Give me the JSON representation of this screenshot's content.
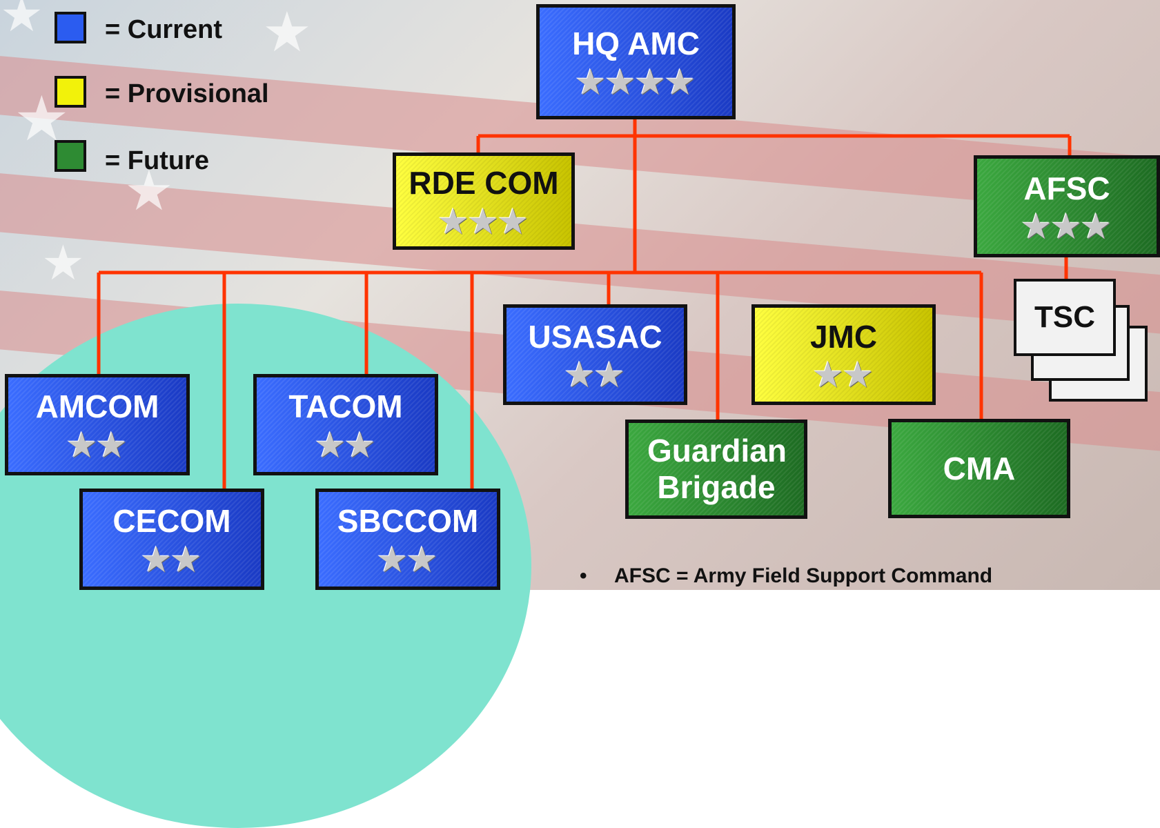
{
  "legend": [
    {
      "label": "= Current",
      "color": "#2b5cf0"
    },
    {
      "label": "= Provisional",
      "color": "#f2f20a"
    },
    {
      "label": "= Future",
      "color": "#2e8b33"
    }
  ],
  "nodes": {
    "hq": {
      "label": "HQ AMC",
      "stars": "★★★★",
      "status": "current"
    },
    "rdecom": {
      "label": "RDE COM",
      "stars": "★★★",
      "status": "provisional"
    },
    "afsc": {
      "label": "AFSC",
      "stars": "★★★",
      "status": "future"
    },
    "tsc": {
      "label": "TSC"
    },
    "usasac": {
      "label": "USASAC",
      "stars": "★★",
      "status": "current"
    },
    "jmc": {
      "label": "JMC",
      "stars": "★★",
      "status": "provisional"
    },
    "amcom": {
      "label": "AMCOM",
      "stars": "★★",
      "status": "current"
    },
    "tacom": {
      "label": "TACOM",
      "stars": "★★",
      "status": "current"
    },
    "cecom": {
      "label": "CECOM",
      "stars": "★★",
      "status": "current"
    },
    "sbccom": {
      "label": "SBCCOM",
      "stars": "★★",
      "status": "current"
    },
    "guardian": {
      "label": "Guardian Brigade",
      "status": "future"
    },
    "cma": {
      "label": "CMA",
      "status": "future"
    }
  },
  "note": {
    "bullet": "•",
    "text": "AFSC = Army Field Support Command"
  },
  "colors": {
    "connector": "#ff3300",
    "teal_area": "#7fe3cf"
  }
}
